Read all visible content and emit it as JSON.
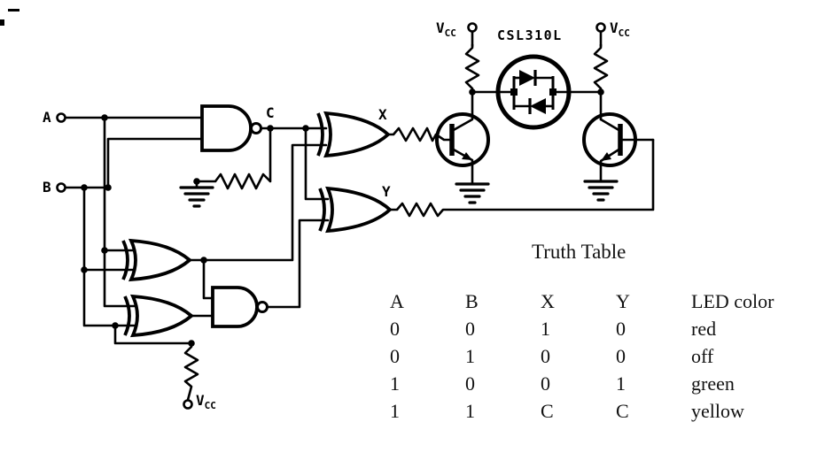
{
  "circuit": {
    "labels": {
      "input_a": "A",
      "input_b": "B",
      "node_c": "C",
      "output_x": "X",
      "output_y": "Y",
      "led_part_number": "CSL310L",
      "vcc_base": "V",
      "vcc_subscript": "CC"
    }
  },
  "truth_table": {
    "title": "Truth Table",
    "headers": [
      "A",
      "B",
      "X",
      "Y",
      "LED color"
    ],
    "rows": [
      [
        "0",
        "0",
        "1",
        "0",
        "red"
      ],
      [
        "0",
        "1",
        "0",
        "0",
        "off"
      ],
      [
        "1",
        "0",
        "0",
        "1",
        "green"
      ],
      [
        "1",
        "1",
        "C",
        "C",
        "yellow"
      ]
    ]
  }
}
